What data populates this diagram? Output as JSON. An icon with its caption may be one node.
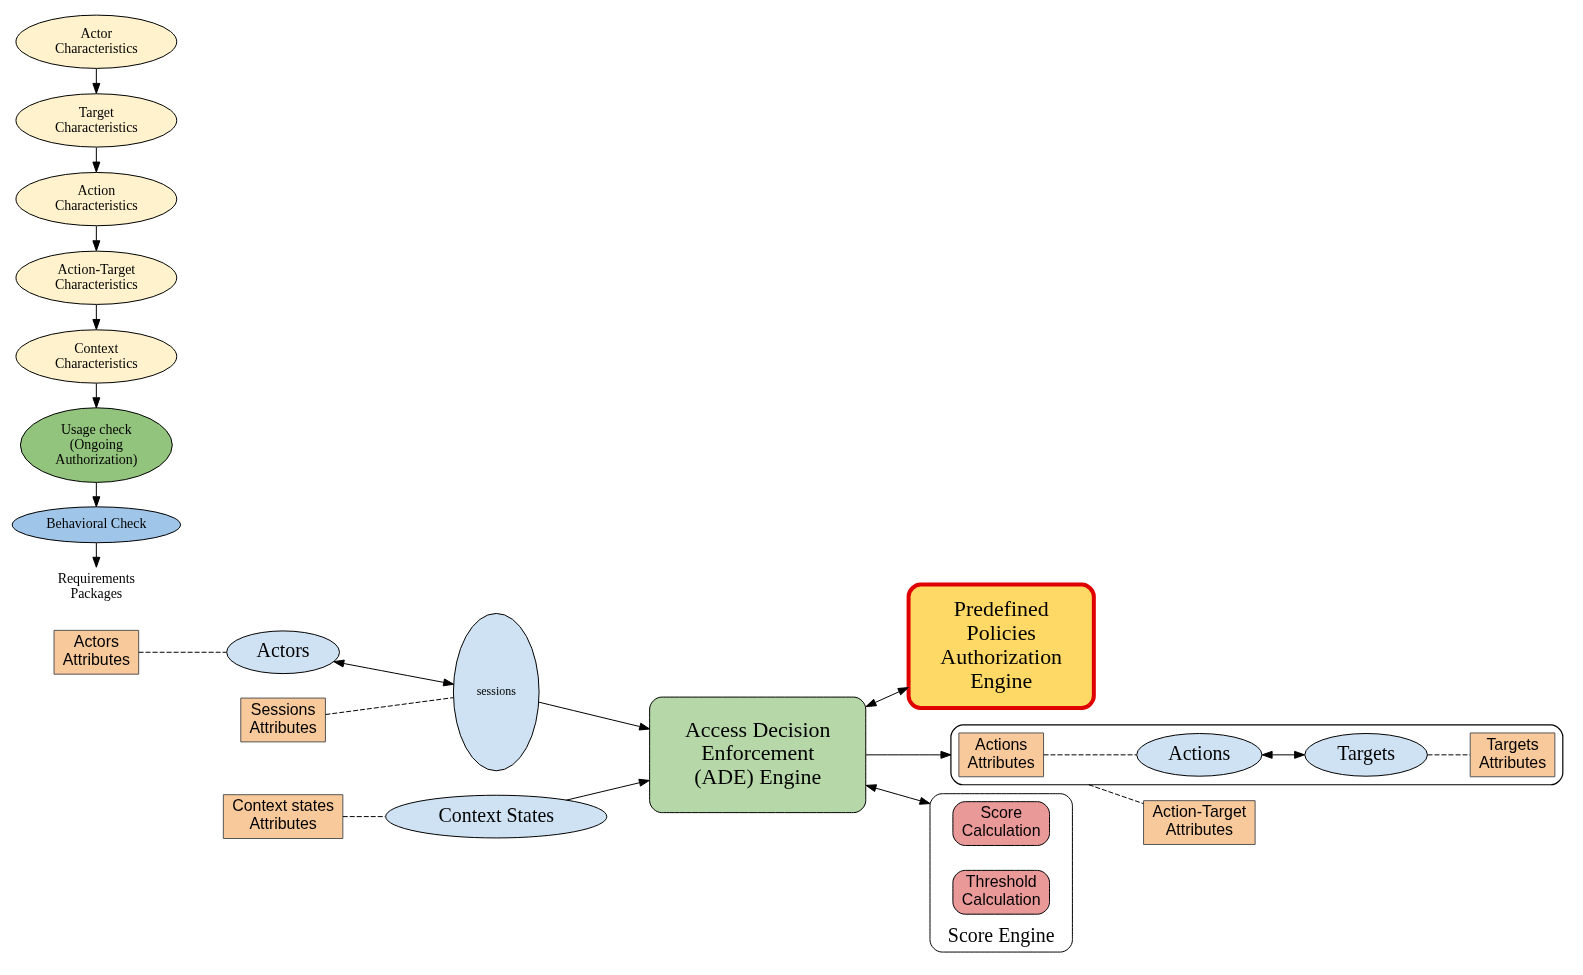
{
  "diagram": {
    "nodes": [
      {
        "text": [
          "Actors Attributes"
        ]
      },
      {
        "text": [
          "Sessions Attributes"
        ]
      },
      {
        "text": [
          "Predefined Policies Authorization Engine"
        ]
      },
      {
        "text": [
          "Actors"
        ]
      },
      {
        "text": [
          "sessions"
        ]
      },
      {
        "text": [
          "Access Decision Enforcement (ADE) Engine"
        ]
      },
      {
        "text": [],
        "shape": "ellipse"
      },
      {
        "text": [
          "Actions Attributes"
        ],
        "in": 6
      },
      {
        "text": [
          "Actions"
        ],
        "in": 6
      },
      {
        "text": [
          "Targets"
        ],
        "in": 6
      },
      {
        "text": [
          "Targets Attributes"
        ],
        "in": 6
      },
      {
        "text": [
          "Context states Attributes"
        ]
      },
      {
        "text": [
          "Context States"
        ]
      },
      {
        "text": [
          "Score Engine"
        ]
      },
      {
        "text": [
          "Score Calculation"
        ],
        "in": 13
      },
      {
        "text": [
          "Threshold Calculation"
        ],
        "in": 13
      },
      {
        "text": [
          "Action-Target Attributes"
        ]
      },
      {
        "text": [
          "Actor Characteristics"
        ]
      },
      {
        "text": [
          "Target Characteristics"
        ]
      },
      {
        "text": [
          "Action Characteristics"
        ]
      },
      {
        "text": [
          "Action-Target Characteristics"
        ]
      },
      {
        "text": [
          "Context Characteristics"
        ]
      },
      {
        "text": [
          "Usage check (Ongoing Authorization)"
        ]
      },
      {
        "text": [
          "Behavioral Check"
        ]
      },
      {
        "text": [
          "Requirements Packages"
        ]
      }
    ],
    "edges": [
      {
        "from": 0,
        "to": 3,
        "arrow": "none",
        "style": "dashed"
      },
      {
        "from": 1,
        "to": 4,
        "arrow": "none",
        "style": "dashed"
      },
      {
        "from": 5,
        "to": 2,
        "arrow": "both"
      },
      {
        "from": 3,
        "to": 4,
        "arrow": "both"
      },
      {
        "from": 4,
        "to": 5,
        "arrow": "to"
      },
      {
        "from": 12,
        "to": 5,
        "arrow": "to"
      },
      {
        "from": 5,
        "to": 6,
        "arrow": "to"
      },
      {
        "from": 7,
        "to": 8,
        "arrow": "none",
        "style": "dashed"
      },
      {
        "from": 8,
        "to": 9,
        "arrow": "both"
      },
      {
        "from": 9,
        "to": 10,
        "arrow": "none",
        "style": "dashed"
      },
      {
        "from": 11,
        "to": 12,
        "arrow": "none",
        "style": "dashed"
      },
      {
        "from": 5,
        "to": 13,
        "arrow": "both"
      },
      {
        "from": 6,
        "to": 16,
        "arrow": "none",
        "style": "dashed"
      },
      {
        "from": 17,
        "to": 18,
        "arrow": "to"
      },
      {
        "from": 18,
        "to": 19,
        "arrow": "to"
      },
      {
        "from": 19,
        "to": 20,
        "arrow": "to"
      },
      {
        "from": 20,
        "to": 21,
        "arrow": "to"
      },
      {
        "from": 21,
        "to": 22,
        "arrow": "to"
      },
      {
        "from": 22,
        "to": 23,
        "arrow": "to"
      },
      {
        "from": 23,
        "to": 24,
        "arrow": "to"
      }
    ]
  }
}
